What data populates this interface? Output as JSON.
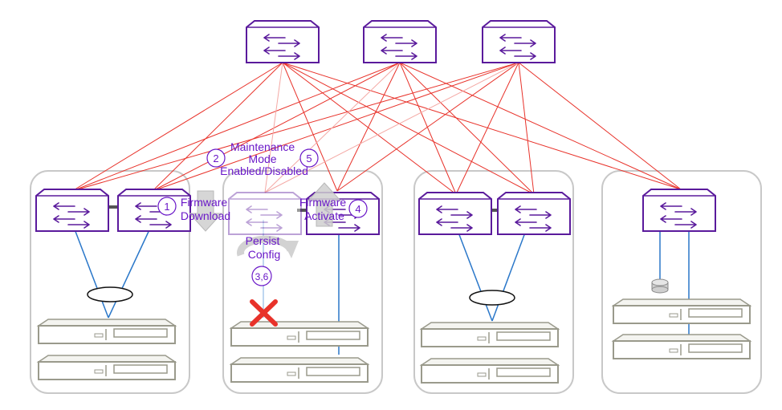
{
  "diagram": {
    "steps": [
      {
        "number": "1",
        "label_lines": [
          "Firmware",
          "Download"
        ]
      },
      {
        "number": "2",
        "label_lines": [
          "Maintenance",
          "Mode",
          "Enabled/Disabled"
        ]
      },
      {
        "number": "3,6",
        "label_lines": [
          "Persist",
          "Config"
        ]
      },
      {
        "number": "4",
        "label_lines": [
          "Firmware",
          "Activate"
        ]
      },
      {
        "number": "5",
        "label_lines": []
      }
    ],
    "colors": {
      "switch_border": "#5a1a9c",
      "switch_fill": "#ffffff",
      "arrow_glyph": "#5a1a9c",
      "uplink": "#e8322a",
      "uplink_faded": "#f4a9a5",
      "downlink": "#2a77c9",
      "server_outline": "#9a9a8c",
      "pod_outline": "#c8c8c8",
      "fail_mark": "#e8322a",
      "label": "#6a18c8",
      "process_arrow": "#c8c8c8"
    },
    "icons": [
      "spine-switch-icon",
      "leaf-switch-icon",
      "server-icon",
      "lag-ellipse-icon",
      "failure-x-icon",
      "process-arrow-icon",
      "disk-icon"
    ]
  }
}
